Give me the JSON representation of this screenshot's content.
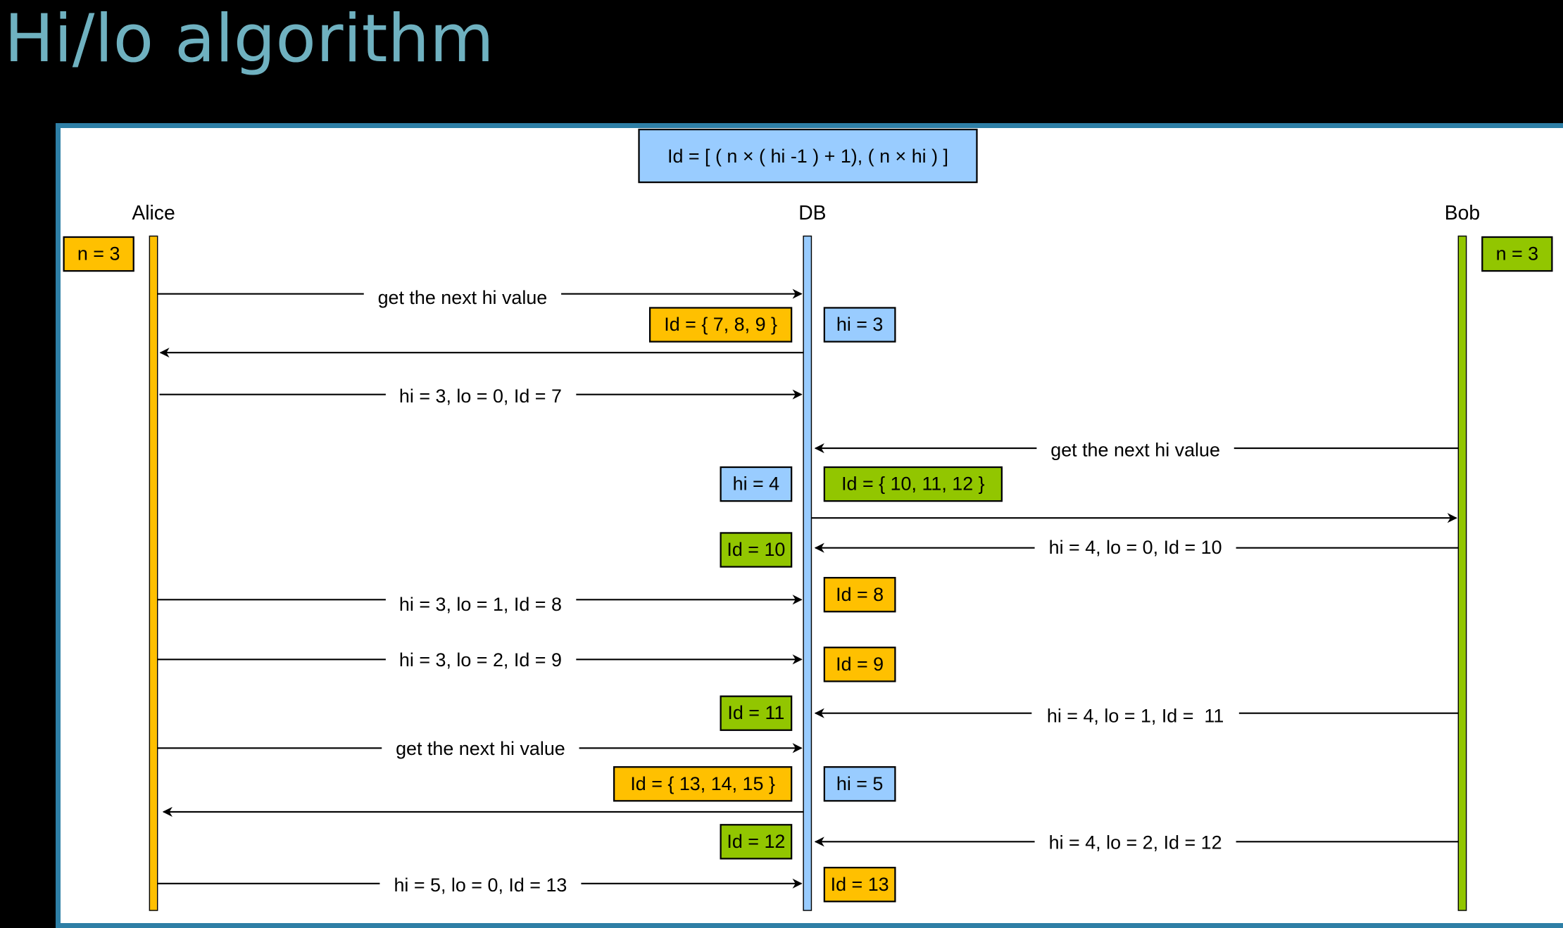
{
  "title": "Hi/lo algorithm",
  "formula": "Id = [ ( n × ( hi -1 ) + 1), ( n × hi ) ]",
  "participants": {
    "alice": "Alice",
    "db": "DB",
    "bob": "Bob"
  },
  "colors": {
    "alice": "#ffc000",
    "db": "#99ccff",
    "bob": "#92c600",
    "panel_border": "#2e7fa6",
    "title": "#6fb1c0"
  },
  "notes": {
    "alice_n": "n = 3",
    "bob_n": "n = 3",
    "alice_range_1": "Id = { 7, 8, 9 }",
    "db_hi_3": "hi = 3",
    "db_hi_4": "hi = 4",
    "bob_range_1": "Id = { 10, 11, 12 }",
    "bob_id_10": "Id = 10",
    "alice_id_8": "Id = 8",
    "alice_id_9": "Id = 9",
    "bob_id_11": "Id = 11",
    "alice_range_2": "Id = { 13, 14, 15 }",
    "db_hi_5": "hi = 5",
    "bob_id_12": "Id = 12",
    "alice_id_13": "Id = 13"
  },
  "messages": {
    "m1": "get the next hi value",
    "m3": "hi = 3, lo = 0, Id = 7",
    "m4": "get the next hi value",
    "m6": "hi = 4, lo = 0, Id = 10",
    "m7": "hi = 3, lo = 1, Id = 8",
    "m8": "hi = 3, lo = 2, Id = 9",
    "m9": "hi = 4, lo = 1, Id =  11",
    "m10": "get the next hi value",
    "m12": "hi = 4, lo = 2, Id = 12",
    "m13": "hi = 5, lo = 0, Id = 13"
  }
}
